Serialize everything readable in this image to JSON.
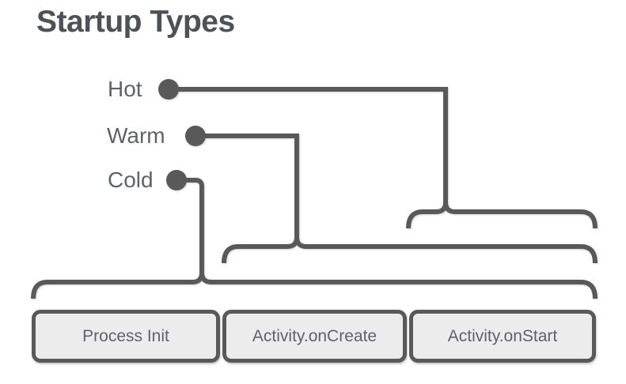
{
  "title": "Startup Types",
  "startup_types": [
    {
      "label": "Hot",
      "covers": [
        "Activity.onStart"
      ]
    },
    {
      "label": "Warm",
      "covers": [
        "Activity.onCreate",
        "Activity.onStart"
      ]
    },
    {
      "label": "Cold",
      "covers": [
        "Process Init",
        "Activity.onCreate",
        "Activity.onStart"
      ]
    }
  ],
  "phases": [
    {
      "label": "Process Init"
    },
    {
      "label": "Activity.onCreate"
    },
    {
      "label": "Activity.onStart"
    }
  ],
  "colors": {
    "stroke": "#595959",
    "label": "#5f6368",
    "title": "#4e5256",
    "box_fill": "#ececec",
    "box_border": "#595959",
    "box_text": "#5f6368",
    "background": "#ffffff"
  }
}
